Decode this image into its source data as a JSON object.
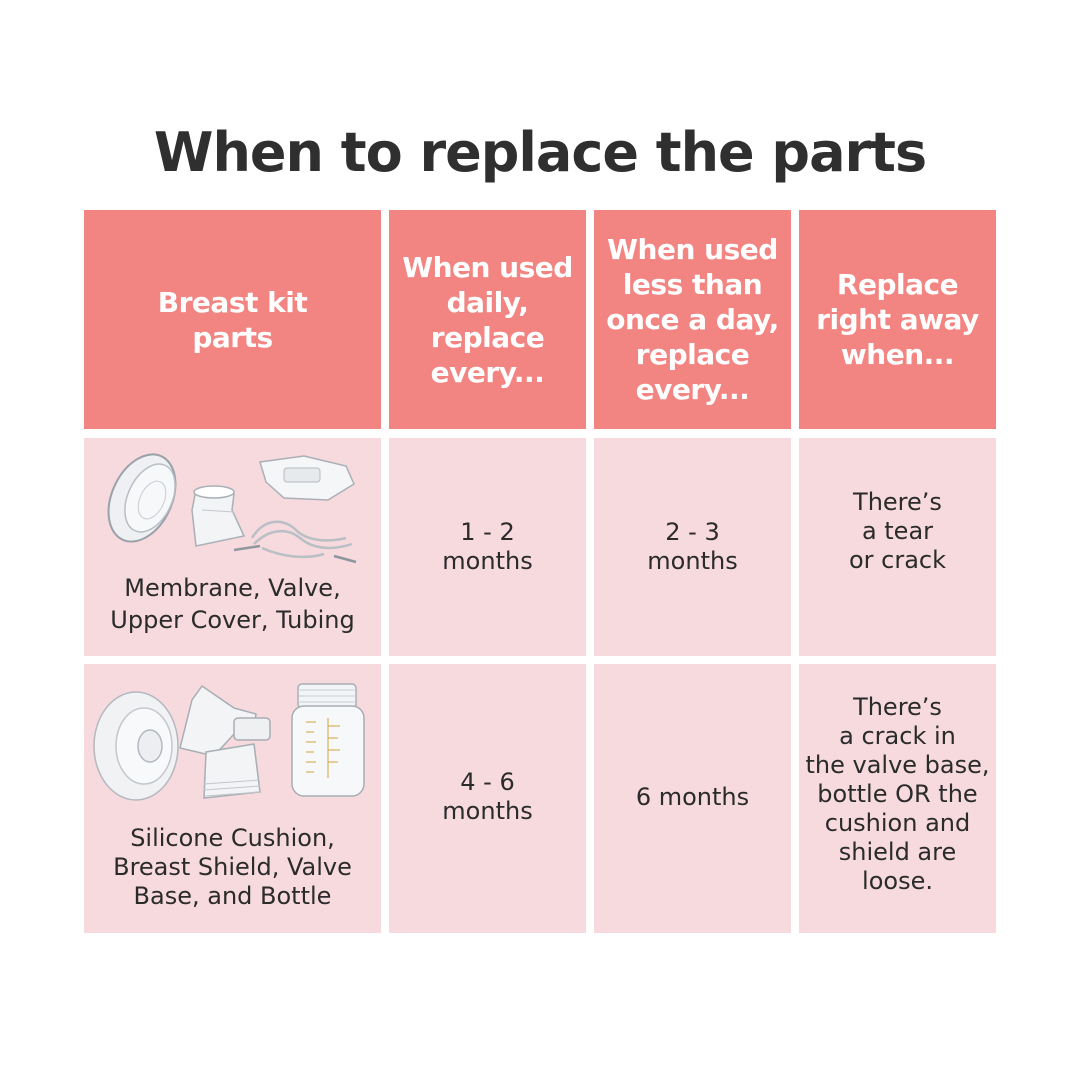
{
  "title": "When to replace the parts",
  "colors": {
    "header_bg": "#f28582",
    "body_bg": "#f6dade",
    "header_text": "#ffffff",
    "title_text": "#2f2f2f"
  },
  "table": {
    "headers": [
      "Breast kit\nparts",
      "When used\ndaily,\nreplace\nevery...",
      "When used\nless than\nonce a day,\nreplace\nevery...",
      "Replace\nright away\nwhen..."
    ],
    "rows": [
      {
        "part": "Membrane, Valve,\nUpper Cover, Tubing",
        "image": "membrane-valve-cover-tubing-image",
        "daily": "1 - 2\nmonths",
        "less_than_daily": "2 - 3\nmonths",
        "replace_when": "There’s\na tear\nor crack"
      },
      {
        "part": "Silicone Cushion,\nBreast Shield, Valve\nBase, and Bottle",
        "image": "cushion-shield-valve-base-bottle-image",
        "daily": "4 - 6\nmonths",
        "less_than_daily": "6 months",
        "replace_when": "There’s\na crack in\nthe valve base,\nbottle OR the\ncushion and\nshield are\nloose."
      }
    ]
  }
}
